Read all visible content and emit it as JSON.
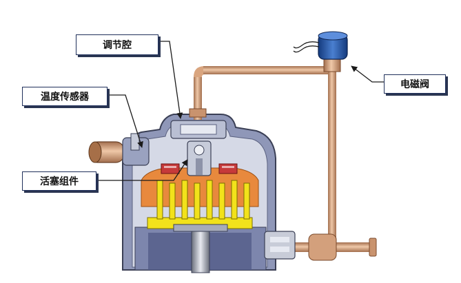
{
  "labels": {
    "regulating_chamber": "调节腔",
    "temperature_sensor": "温度传感器",
    "piston_assembly": "活塞组件",
    "solenoid_valve": "电磁阀"
  },
  "colors": {
    "copper_pipe": "#c9936e",
    "compressor_shell": "#8f97b8",
    "shell_light": "#d5d9e6",
    "orange_region": "#e8893d",
    "yellow_scroll": "#f2e21b",
    "red_seal": "#c63a3a",
    "solenoid_coil": "#1f4fa0",
    "label_border": "#1f2f5a"
  },
  "icons": {
    "solenoid": "solenoid-valve-icon",
    "sensor": "temperature-sensor-icon"
  }
}
